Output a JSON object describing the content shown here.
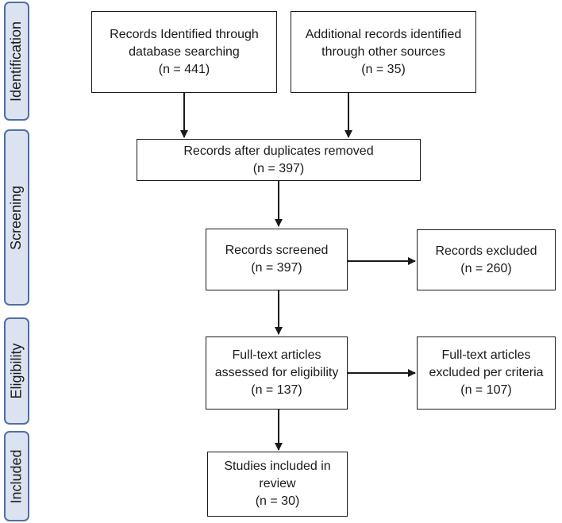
{
  "phases": {
    "identification": "Identification",
    "screening": "Screening",
    "eligibility": "Eligibility",
    "included": "Included"
  },
  "boxes": {
    "db_search": {
      "lines": [
        "Records Identified through",
        "database searching",
        "(n = 441)"
      ]
    },
    "other_sources": {
      "lines": [
        "Additional records identified",
        "through other sources",
        "(n = 35)"
      ]
    },
    "duplicates_removed": {
      "lines": [
        "Records after duplicates removed",
        "(n = 397)"
      ]
    },
    "screened": {
      "lines": [
        "Records screened",
        "(n = 397)"
      ]
    },
    "excluded": {
      "lines": [
        "Records excluded",
        "(n = 260)"
      ]
    },
    "fulltext_assessed": {
      "lines": [
        "Full-text articles",
        "assessed for eligibility",
        "(n = 137)"
      ]
    },
    "fulltext_excluded": {
      "lines": [
        "Full-text articles",
        "excluded per criteria",
        "(n = 107)"
      ]
    },
    "included_studies": {
      "lines": [
        "Studies included in",
        "review",
        "(n = 30)"
      ]
    }
  }
}
